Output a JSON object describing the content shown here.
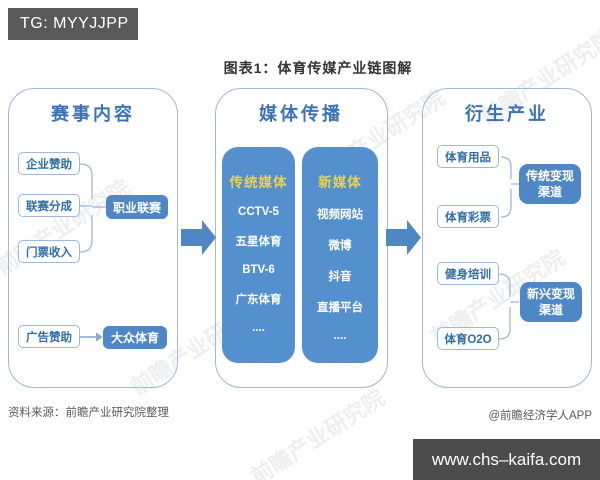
{
  "badge": {
    "label": "TG: MYYJJPP"
  },
  "title": "图表1：体育传媒产业链图解",
  "watermark": {
    "text": "前瞻产业研究院"
  },
  "diagram": {
    "stage1": {
      "title": "赛事内容",
      "pro_inputs": [
        "企业赞助",
        "联赛分成",
        "门票收入"
      ],
      "pro_target": "职业联赛",
      "mass_input": "广告赞助",
      "mass_target": "大众体育"
    },
    "stage2": {
      "title": "媒体传播",
      "columns": [
        {
          "header": "传统媒体",
          "items": [
            "CCTV-5",
            "五星体育",
            "BTV-6",
            "广东体育",
            "...."
          ]
        },
        {
          "header": "新媒体",
          "items": [
            "视频网站",
            "微博",
            "抖音",
            "直播平台",
            "...."
          ]
        }
      ]
    },
    "stage3": {
      "title": "衍生产业",
      "groups": [
        {
          "inputs": [
            "体育用品",
            "体育彩票"
          ],
          "target": "传统变现渠道"
        },
        {
          "inputs": [
            "健身培训",
            "体育O2O"
          ],
          "target": "新兴变现渠道"
        }
      ]
    }
  },
  "footer": {
    "source": "资料来源：前瞻产业研究院整理",
    "credit": "@前瞻经济学人APP"
  },
  "website_bar": {
    "url": "www.chs–kaifa.com"
  },
  "colors": {
    "accent_blue": "#4E86C6",
    "column_blue": "#5590CE",
    "border_blue": "#9DB8D9",
    "title_blue": "#3A72B4",
    "header_gold": "#E8D24F",
    "badge_gray": "#595959",
    "website_bar_bg": "#4C4C4C"
  }
}
